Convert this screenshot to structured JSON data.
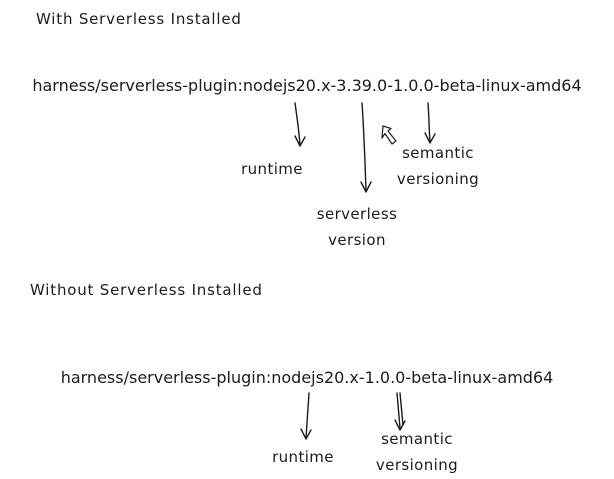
{
  "sections": [
    {
      "title": "With Serverless Installed",
      "image_tag": "harness/serverless-plugin:nodejs20.x-3.39.0-1.0.0-beta-linux-amd64",
      "labels": {
        "runtime": "runtime",
        "serverless_version": "serverless version",
        "semantic_versioning": "semantic versioning"
      }
    },
    {
      "title": "Without Serverless Installed",
      "image_tag": "harness/serverless-plugin:nodejs20.x-1.0.0-beta-linux-amd64",
      "labels": {
        "runtime": "runtime",
        "semantic_versioning": "semantic versioning"
      }
    }
  ],
  "colors": {
    "ink": "#1c1c1c",
    "background": "#ffffff"
  }
}
